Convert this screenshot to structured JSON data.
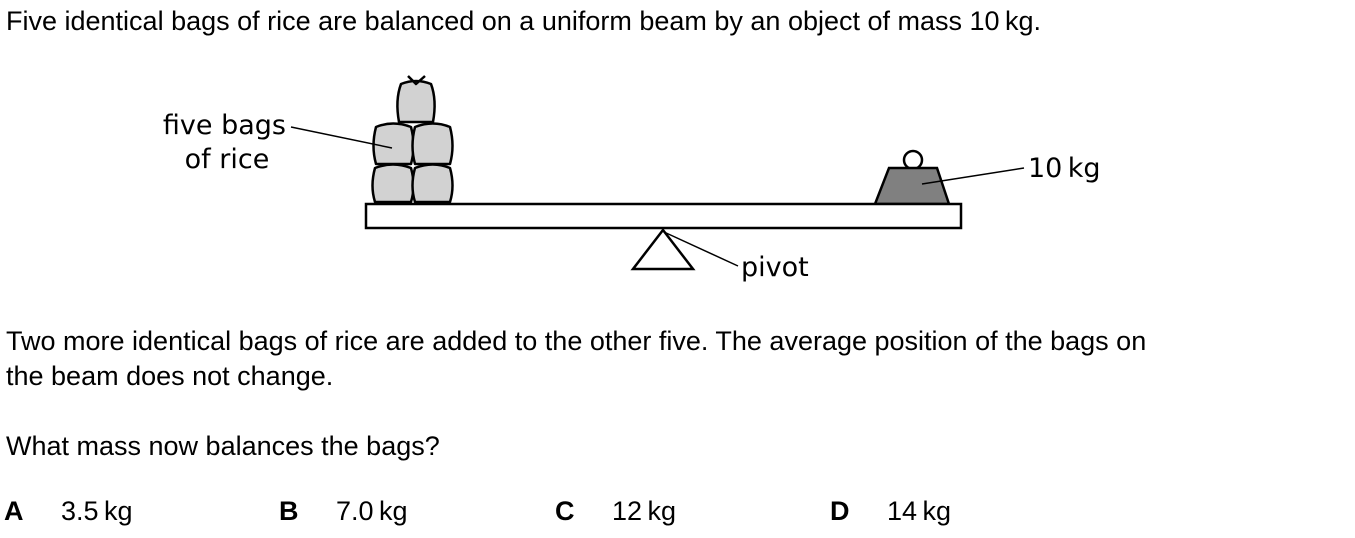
{
  "intro_text": "Five identical bags of rice are balanced on a uniform beam by an object of mass 10 kg.",
  "diagram": {
    "bags_label_line1": "five bags",
    "bags_label_line2": "of rice",
    "mass_label": "10 kg",
    "pivot_label": "pivot"
  },
  "question_line1": "Two more identical bags of rice are added to the other five. The average position of the bags on",
  "question_line2": "the beam does not change.",
  "question_prompt": "What mass now balances the bags?",
  "options": [
    {
      "letter": "A",
      "text": "3.5 kg"
    },
    {
      "letter": "B",
      "text": "7.0 kg"
    },
    {
      "letter": "C",
      "text": "12 kg"
    },
    {
      "letter": "D",
      "text": "14 kg"
    }
  ],
  "colors": {
    "bag_fill": "#d2d2d2",
    "mass_fill": "#808080",
    "line": "#000000"
  }
}
